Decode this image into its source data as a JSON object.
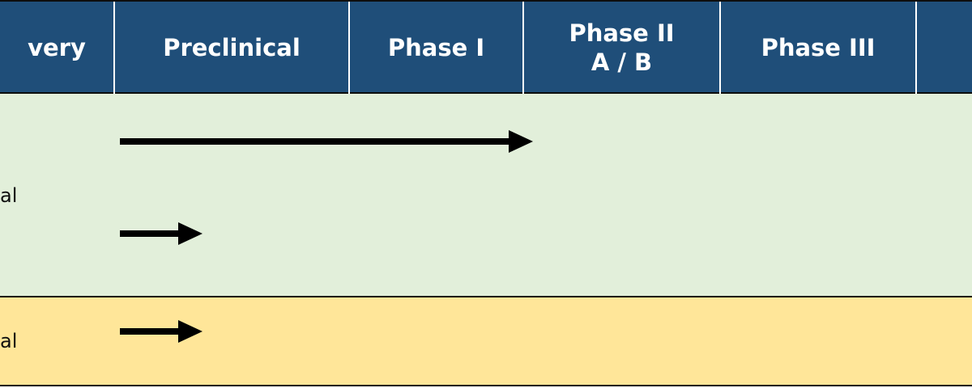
{
  "header": {
    "columns": [
      {
        "line1": "very",
        "line2": ""
      },
      {
        "line1": "Preclinical",
        "line2": ""
      },
      {
        "line1": "Phase I",
        "line2": ""
      },
      {
        "line1": "Phase II",
        "line2": "A  / B"
      },
      {
        "line1": "Phase III",
        "line2": ""
      },
      {
        "line1": "",
        "line2": ""
      }
    ]
  },
  "rows": [
    {
      "label": "al",
      "color": "#e2efda",
      "programs": [
        {
          "stage_end": "Phase I"
        },
        {
          "stage_end": "Preclinical"
        }
      ]
    },
    {
      "label": "al",
      "color": "#ffe699",
      "programs": [
        {
          "stage_end": "Preclinical"
        }
      ]
    }
  ],
  "colors": {
    "header_bg": "#1f4e79",
    "header_text": "#ffffff",
    "arrow": "#000000"
  }
}
